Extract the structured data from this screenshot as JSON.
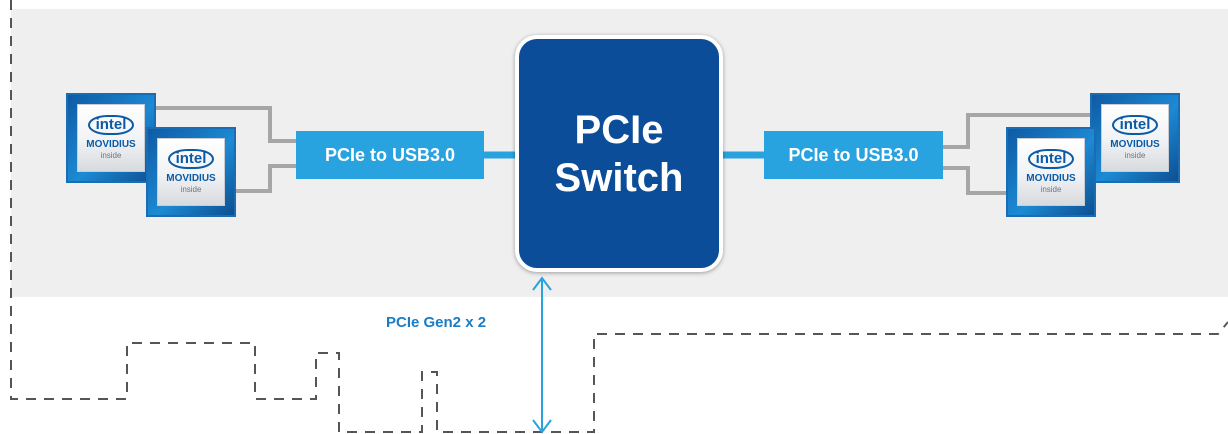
{
  "switch": {
    "line1": "PCIe",
    "line2": "Switch"
  },
  "bridges": [
    {
      "label": "PCIe to USB3.0"
    },
    {
      "label": "PCIe to USB3.0"
    }
  ],
  "bus_label": "PCIe Gen2 x 2",
  "chip_badge": {
    "brand": "intel",
    "product": "MOVIDIUS",
    "tagline": "inside"
  },
  "colors": {
    "accent": "#29a3e0",
    "switch": "#0b4d98",
    "panel": "#efeff0",
    "bus_label": "#1a7cc6",
    "connector": "#a6a6a6"
  }
}
